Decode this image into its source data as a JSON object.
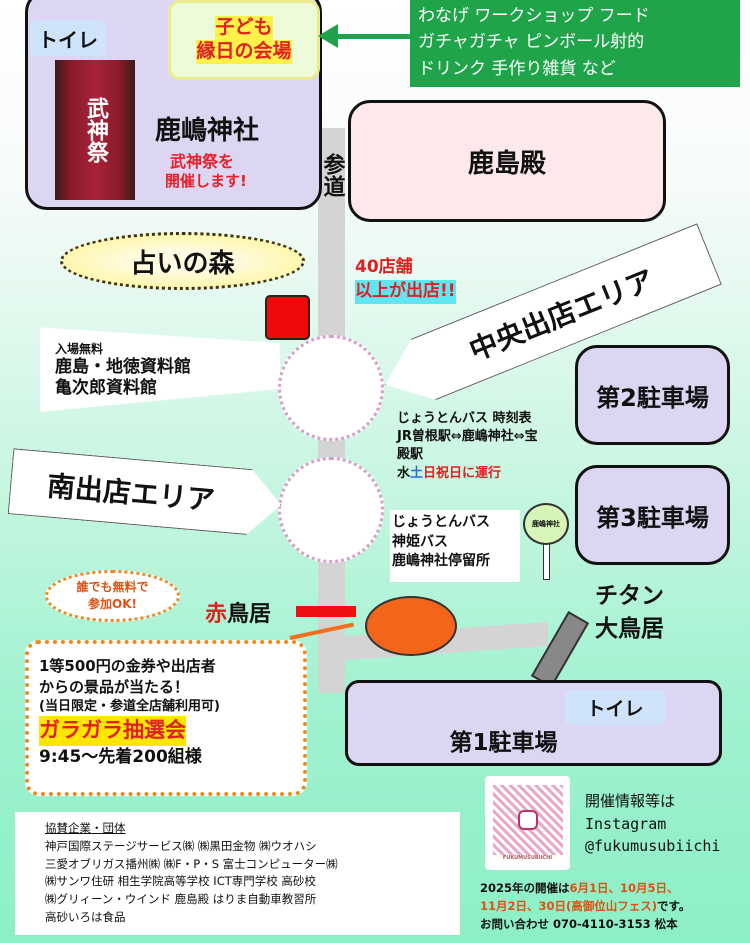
{
  "shrine": {
    "toilet": "トイレ",
    "name": "鹿嶋神社",
    "event_line1": "武神祭を",
    "event_line2": "開催します!",
    "banner_text": "武神祭"
  },
  "kids": {
    "line1": "子ども",
    "line2": "縁日の会場"
  },
  "green_box": {
    "line1": "わなげ ワークショップ フード",
    "line2": "ガチャガチャ ピンボール射的",
    "line3": "ドリンク 手作り雑貨 など"
  },
  "road": {
    "label": "参道"
  },
  "kashimaden": "鹿島殿",
  "uranai": "占いの森",
  "shops": {
    "line1": "40店舗",
    "line2": "以上が出店!!"
  },
  "central_area": "中央出店エリア",
  "south_area": "南出店エリア",
  "museum": {
    "line1": "入場無料",
    "line2": "鹿島・地徳資料館",
    "line3": "亀次郎資料館"
  },
  "parking2": "第2駐車場",
  "parking3": "第3駐車場",
  "parking1": "第1駐車場",
  "toilet2": "トイレ",
  "bus_timetable": {
    "line1": "じょうとんバス 時刻表",
    "line2": "JR曽根駅⇔鹿嶋神社⇔宝",
    "line3": "殿駅",
    "line4_a": "水",
    "line4_b": "土",
    "line4_c": "日祝日",
    "line4_d": "に運行"
  },
  "bus_stop": {
    "line1": "じょうとんバス",
    "line2": "神姫バス",
    "line3": "鹿嶋神社停留所",
    "sign": "鹿嶋神社"
  },
  "free_badge": {
    "line1": "誰でも無料で",
    "line2": "参加OK!"
  },
  "torii_red": {
    "a": "赤",
    "b": "鳥居"
  },
  "torii_big": {
    "line1": "チタン",
    "line2": "大鳥居"
  },
  "lottery": {
    "line1": "1等500円の金券や出店者",
    "line2": "からの景品が当たる！",
    "line3": "(当日限定・参道全店舗利用可)",
    "title": "ガラガラ抽選会",
    "time": "9:45～先着200組様"
  },
  "sponsors": {
    "title": "協賛企業・団体",
    "lines": [
      "神戸国際ステージサービス㈱ ㈱黒田金物 ㈱ウオハシ",
      "三愛オブリガス播州㈱ ㈱F・P・S 富士コンピューター㈱",
      "㈱サンワ住研 相生学院高等学校 ICT専門学校 高砂校",
      "㈱グリィーン・ウインド 鹿島殿 はりま自動車教習所",
      "高砂いろは食品"
    ]
  },
  "info": {
    "line1": "開催情報等は",
    "line2": "Instagram",
    "line3": "@fukumusubiichi",
    "qr_caption": "FUKUMUSUBIICHI"
  },
  "schedule": {
    "a": "2025年の開催は",
    "b": "6月1日、10月5日、",
    "c": "11月2日、30日(高御位山フェス)",
    "d": "です。",
    "contact": "お問い合わせ 070-4110-3153 松本"
  }
}
